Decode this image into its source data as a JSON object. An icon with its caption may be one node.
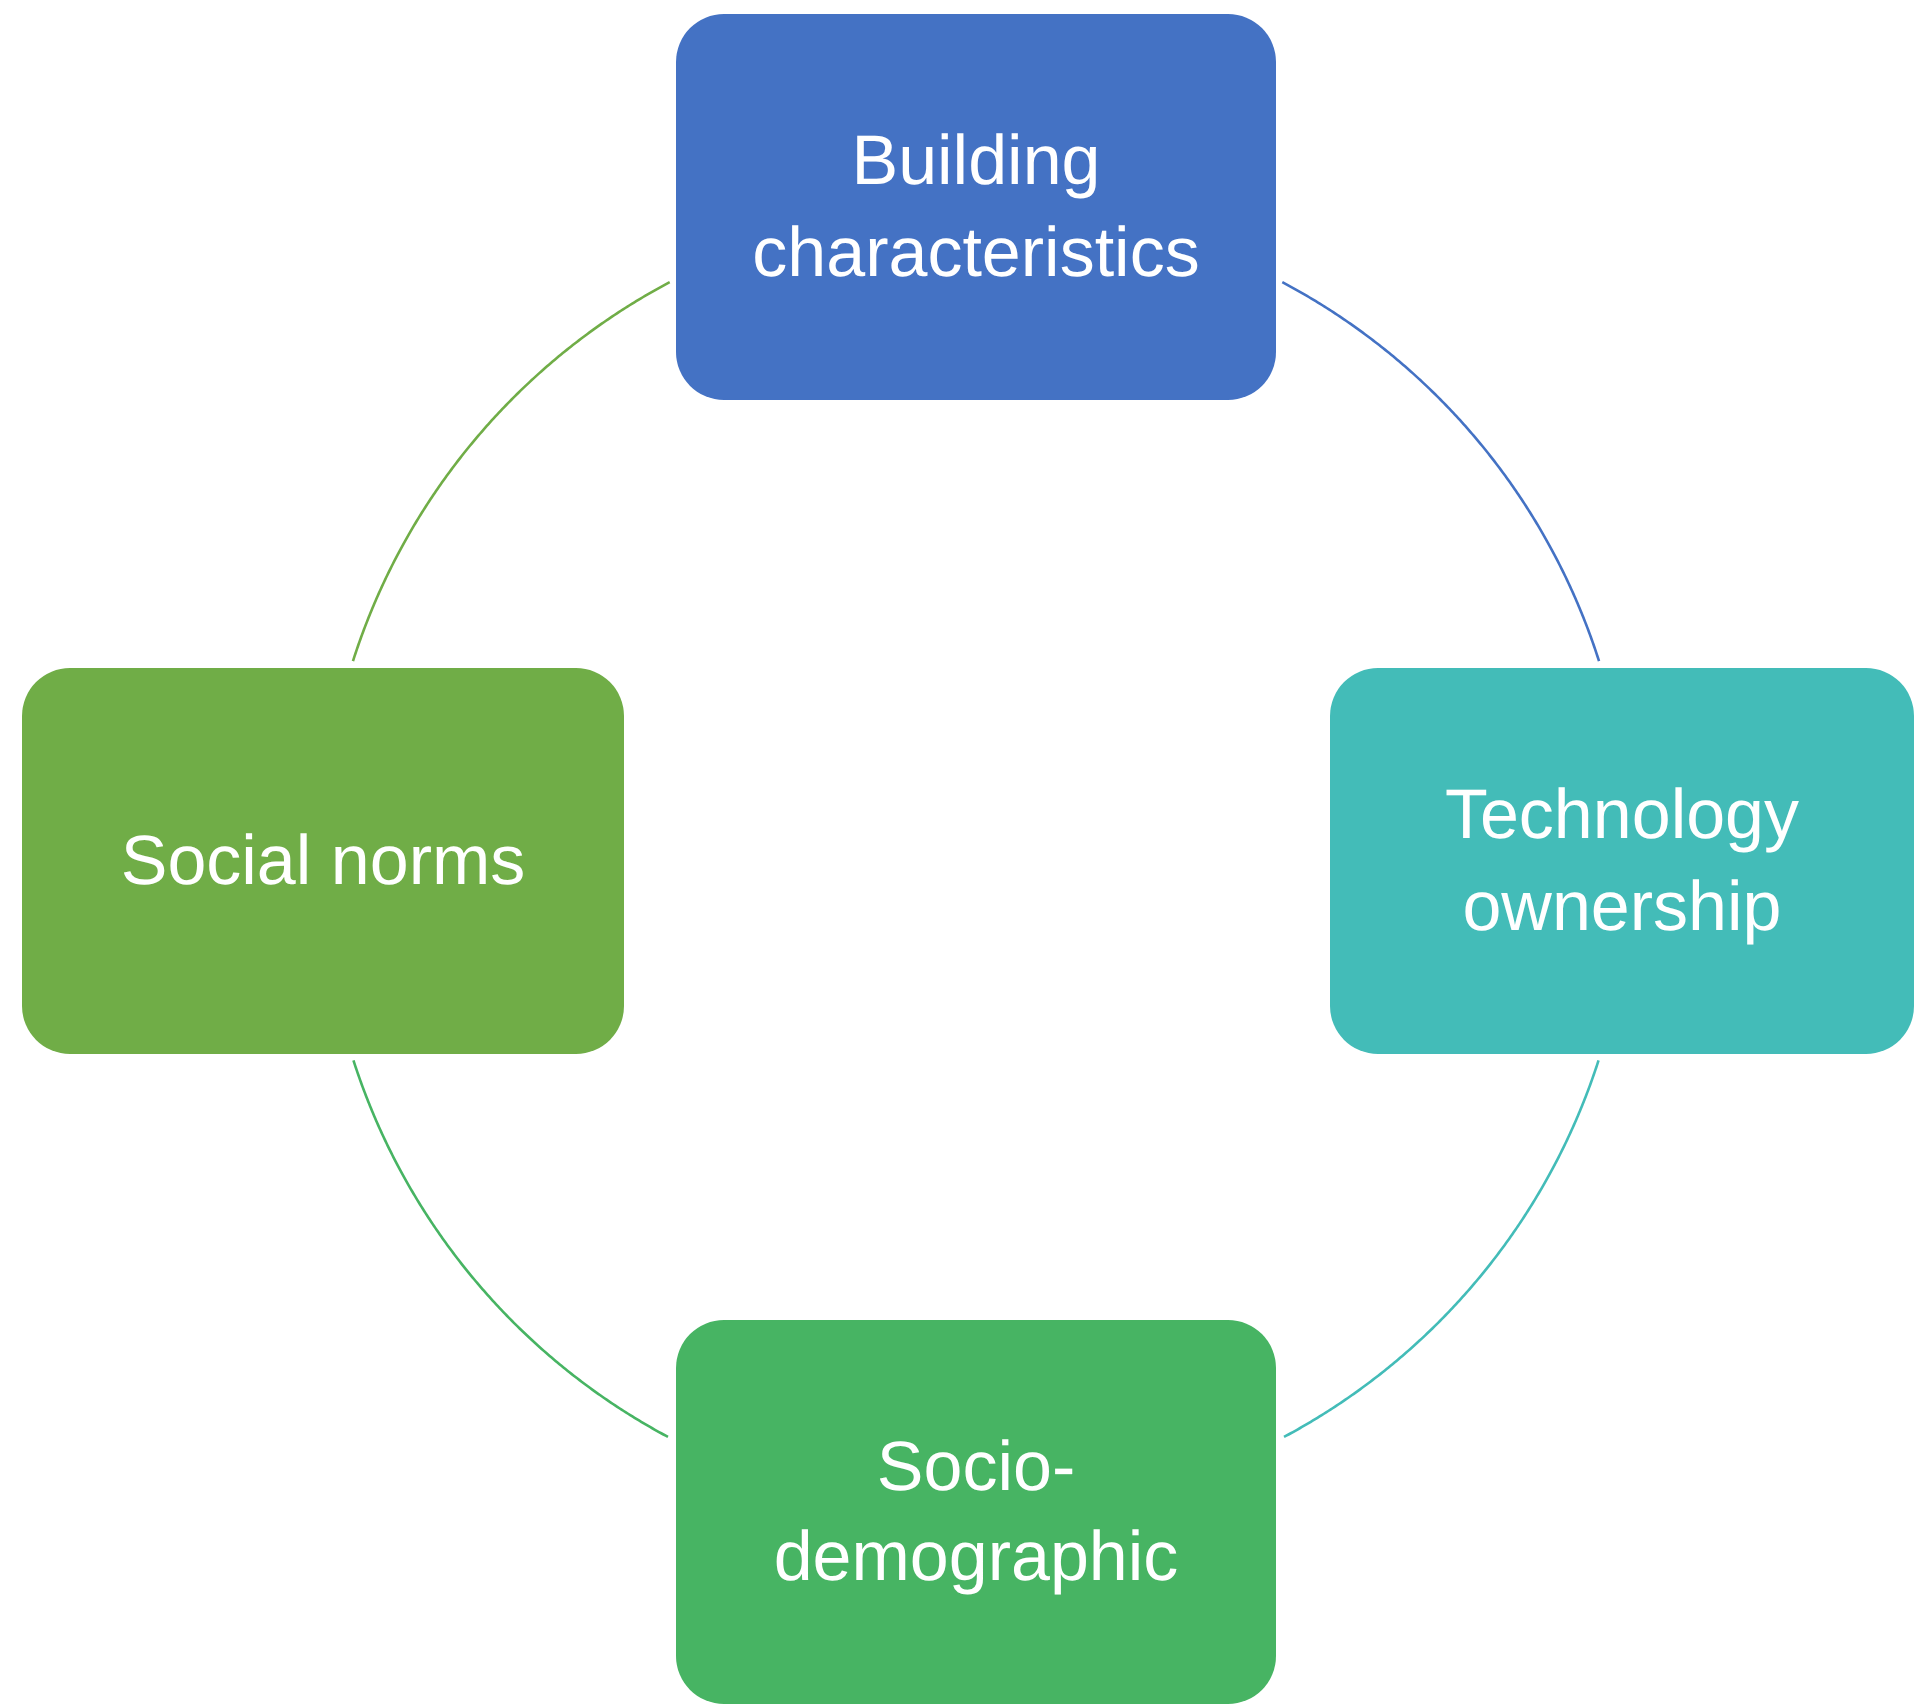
{
  "diagram": {
    "nodes": [
      {
        "text": [
          "Building characteristics"
        ]
      },
      {
        "text": [
          "Technology ownership"
        ]
      },
      {
        "text": [
          "Socio-demographic"
        ]
      },
      {
        "text": [
          "Social norms"
        ]
      }
    ],
    "edges": [
      {
        "from": 0,
        "to": 1,
        "arrow": "none",
        "color": "#4472c4"
      },
      {
        "from": 1,
        "to": 2,
        "arrow": "none",
        "color": "#43bcb8"
      },
      {
        "from": 2,
        "to": 3,
        "arrow": "none",
        "color": "#47b463"
      },
      {
        "from": 3,
        "to": 0,
        "arrow": "none",
        "color": "#70ad47"
      }
    ]
  }
}
